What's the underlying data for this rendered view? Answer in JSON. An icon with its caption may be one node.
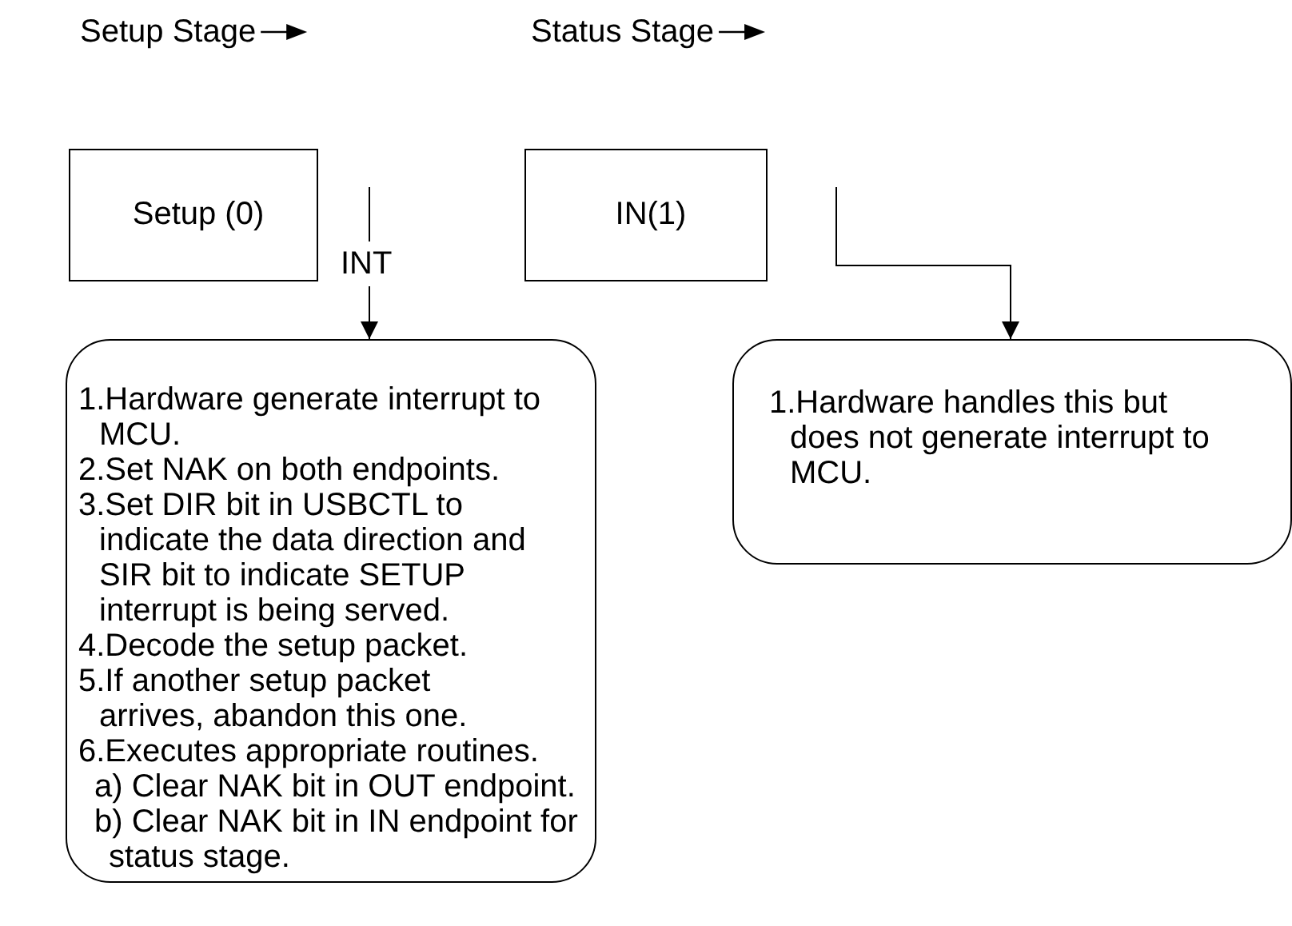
{
  "diagram": {
    "nodes": [
      {
        "text": [
          "Setup (0)"
        ]
      },
      {
        "text": [
          "IN(1)"
        ]
      },
      {
        "text": [
          "1.Hardware generate interrupt to MCU.",
          "2.Set NAK on both endpoints.",
          "3.Set DIR bit in USBCTL to indicate the data direction and SIR bit to indicate SETUP interrupt is being served.",
          "4.Decode the setup packet.",
          "5.If another setup packet arrives, abandon this one.",
          "6.Executes appropriate routines.",
          "a) Clear NAK bit in OUT endpoint.",
          "b) Clear NAK bit in IN endpoint for status stage."
        ]
      },
      {
        "text": [
          "1.Hardware handles this but does not generate interrupt to MCU."
        ]
      }
    ],
    "edges": [
      {
        "from": null,
        "to": 2,
        "arrow": "to",
        "label": "INT"
      },
      {
        "from": null,
        "to": 3,
        "arrow": "to"
      }
    ],
    "labels": [
      "Setup Stage",
      "Status Stage"
    ]
  }
}
